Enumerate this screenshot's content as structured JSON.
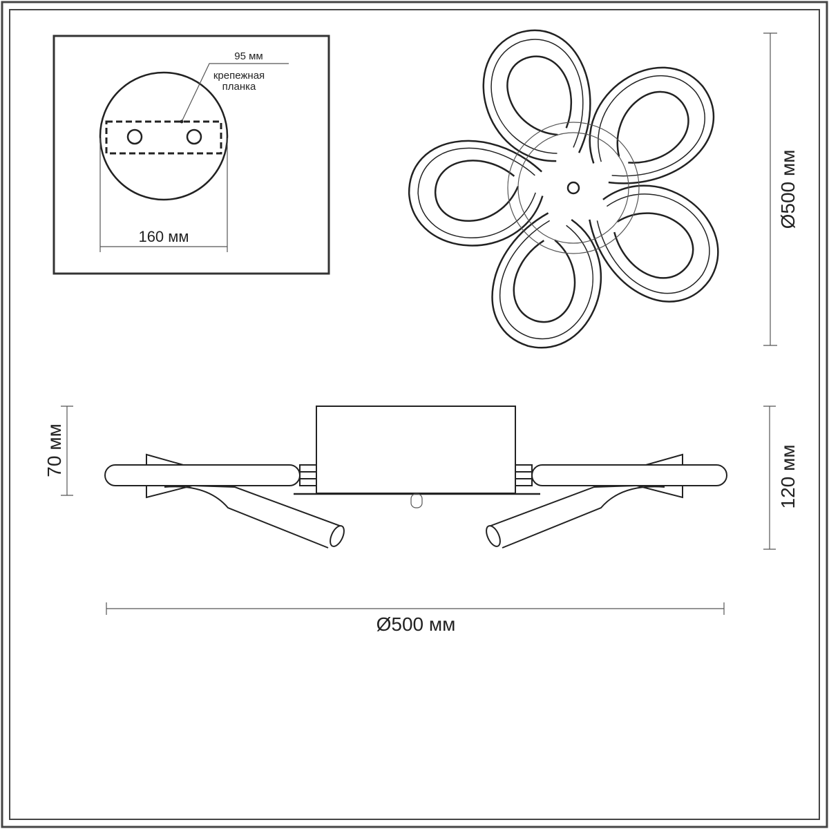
{
  "mount_detail": {
    "bracket_width": "95 мм",
    "bracket_label_line1": "крепежная",
    "bracket_label_line2": "планка",
    "base_diameter": "160 мм"
  },
  "top_view": {
    "diameter": "Ø500 мм"
  },
  "side_view": {
    "body_height": "70 мм",
    "total_height": "120 мм",
    "diameter": "Ø500 мм"
  }
}
